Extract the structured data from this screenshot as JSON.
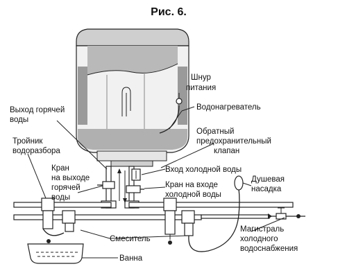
{
  "title": "Рис. 6.",
  "labels": {
    "power_cord_1": "Шнур",
    "power_cord_2": "питания",
    "heater": "Водонагреватель",
    "hot_out_1": "Выход горячей",
    "hot_out_2": "воды",
    "check_valve_1": "Обратный",
    "check_valve_2": "предохранительный",
    "check_valve_3": "клапан",
    "tee_1": "Тройник",
    "tee_2": "водоразбора",
    "cold_in": "Вход холодной воды",
    "hot_tap_1": "Кран",
    "hot_tap_2": "на выходе",
    "hot_tap_3": "горячей",
    "hot_tap_4": "воды",
    "cold_tap_1": "Кран на входе",
    "cold_tap_2": "холодной воды",
    "shower_1": "Душевая",
    "shower_2": "насадка",
    "mixer": "Смеситель",
    "main_1": "Магистраль",
    "main_2": "холодного",
    "main_3": "водоснабжения",
    "bath": "Ванна"
  }
}
